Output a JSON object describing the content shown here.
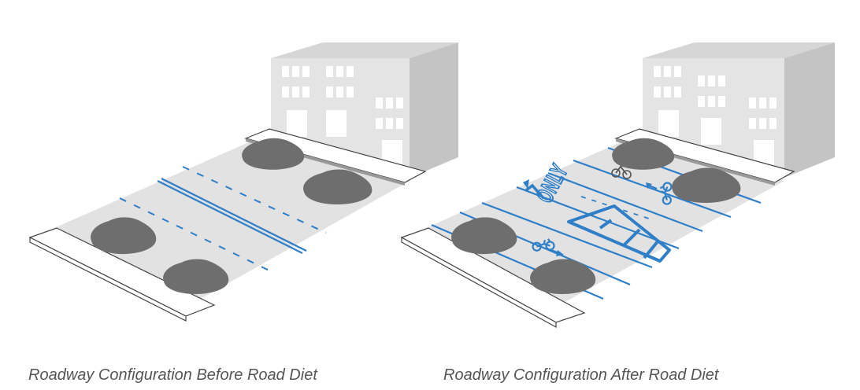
{
  "captions": {
    "before": "Roadway Configuration Before Road Diet",
    "after": "Roadway Configuration After Road Diet"
  },
  "pavement_marking_text": "ONLY",
  "icons": {
    "vehicle": "car-icon",
    "bicycle_marking": "bicycle-icon",
    "cyclist": "cyclist-icon",
    "turn_arrow": "left-turn-arrow-icon"
  },
  "colors": {
    "road_surface": "#e2e2e2",
    "lane_markings": "#2f7fc8",
    "vehicles": "#6e6e6e",
    "building_front": "#e3e3e3",
    "building_side": "#c7c7c7",
    "building_top": "#d6d6d6",
    "sidewalk": "#ffffff",
    "caption_text": "#555555"
  }
}
